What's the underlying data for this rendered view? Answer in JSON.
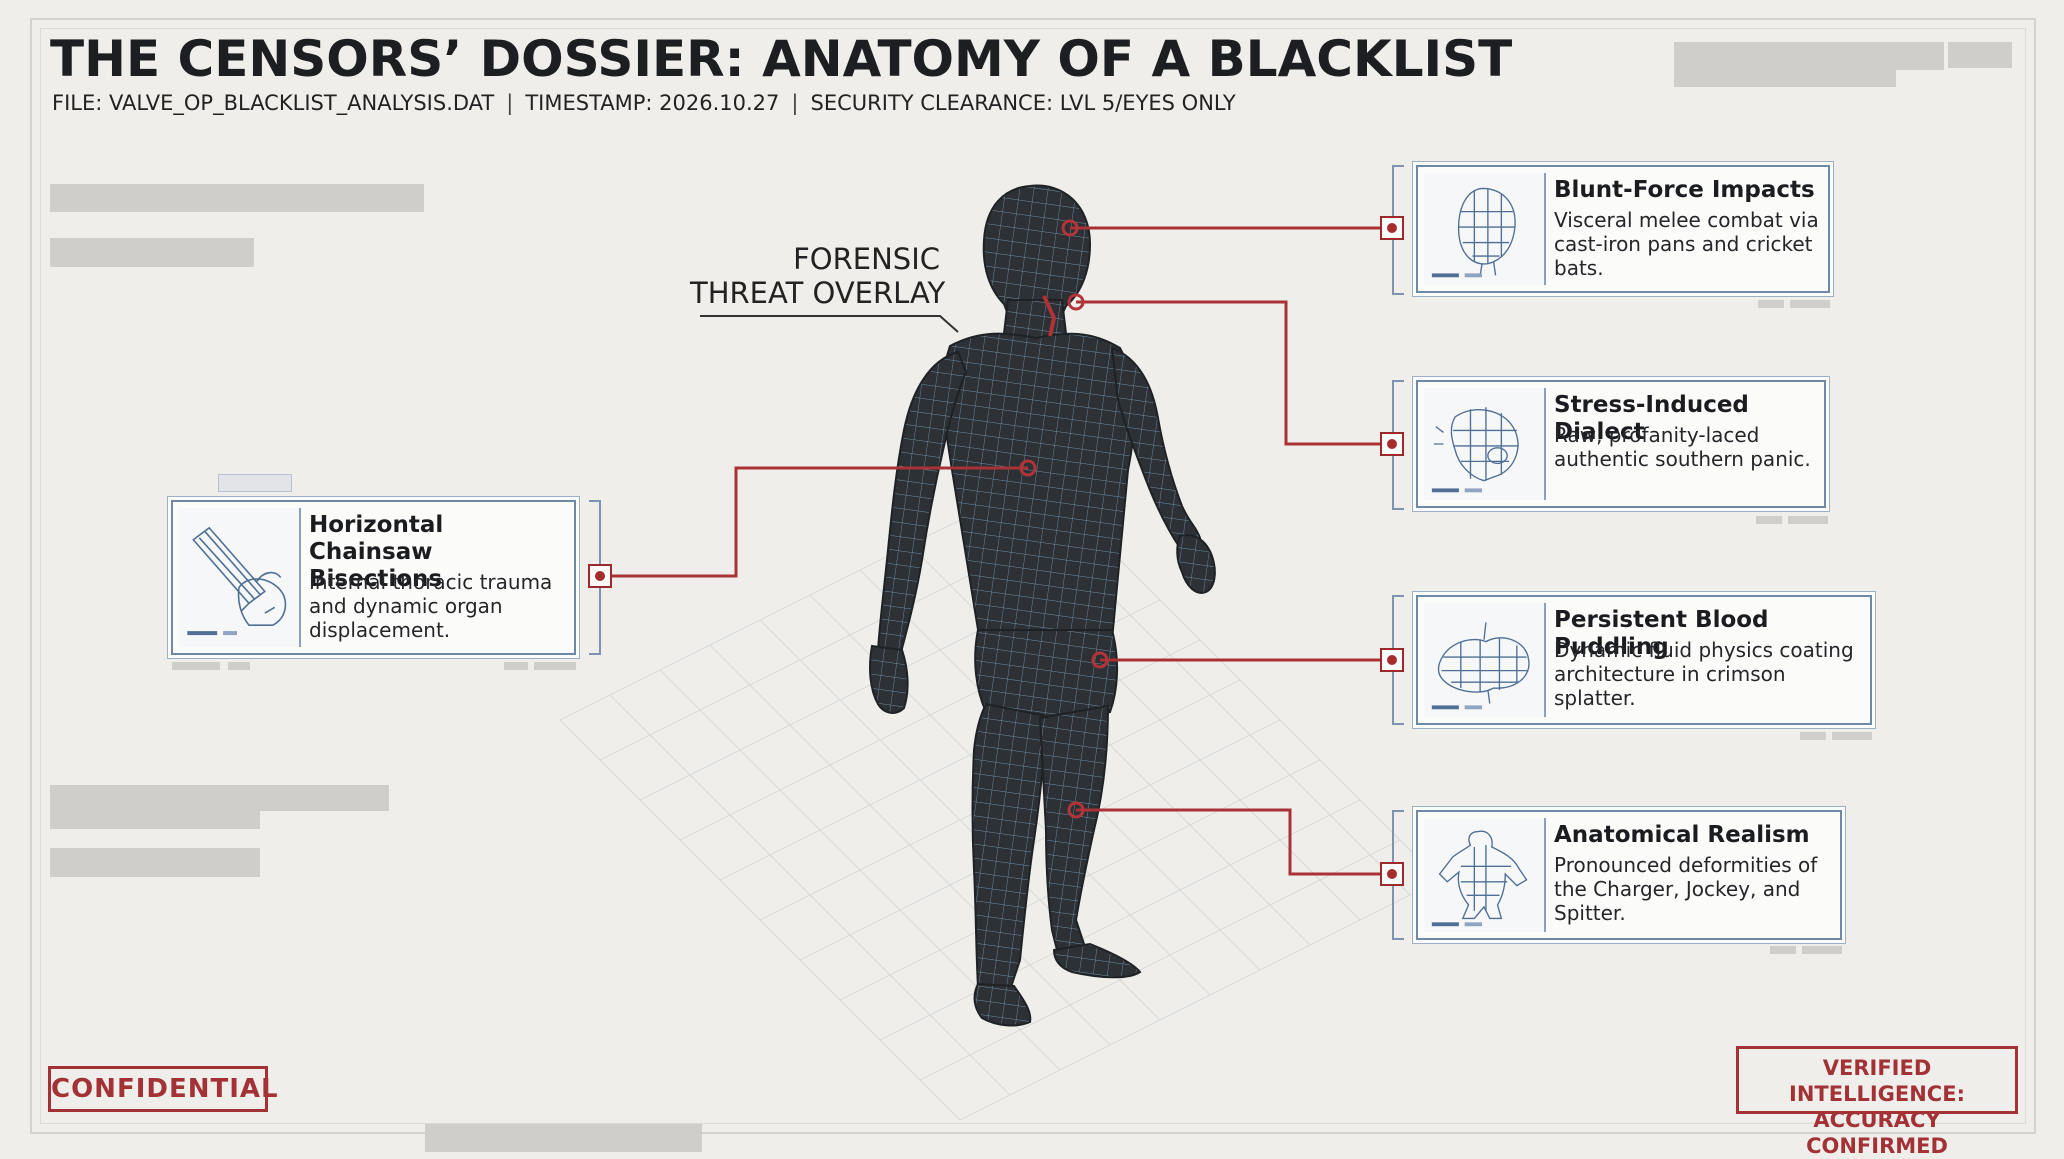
{
  "header": {
    "title": "THE CENSORS’ DOSSIER: ANATOMY OF A BLACKLIST",
    "file": "FILE: VALVE_OP_BLACKLIST_ANALYSIS.DAT",
    "timestamp": "TIMESTAMP: 2026.10.27",
    "clearance": "SECURITY CLEARANCE: LVL 5/EYES ONLY",
    "separator": "|"
  },
  "overlay": {
    "line1": "FORENSIC",
    "line2": "THREAT OVERLAY"
  },
  "callouts": [
    {
      "id": "chainsaw",
      "title": "Horizontal Chainsaw Bisections",
      "body": [
        "Internal thoracic trauma",
        "and dynamic organ",
        "displacement."
      ],
      "icon": "chainsaw-icon"
    },
    {
      "id": "blunt",
      "title": "Blunt-Force Impacts",
      "body": [
        "Visceral melee combat via",
        "cast-iron pans and cricket",
        "bats."
      ],
      "icon": "head-wireframe-icon"
    },
    {
      "id": "dialect",
      "title": "Stress-Induced Dialect",
      "body": [
        "Raw, profanity-laced",
        "authentic southern panic."
      ],
      "icon": "screaming-head-icon"
    },
    {
      "id": "blood",
      "title": "Persistent Blood Puddling",
      "body": [
        "Dynamic fluid physics coating",
        "architecture in crimson",
        "splatter."
      ],
      "icon": "blood-splatter-icon"
    },
    {
      "id": "anatomy",
      "title": "Anatomical Realism",
      "body": [
        "Pronounced deformities of",
        "the Charger, Jockey, and",
        "Spitter."
      ],
      "icon": "mutant-figure-icon"
    }
  ],
  "stamps": {
    "confidential": "CONFIDENTIAL",
    "verified_line1": "VERIFIED INTELLIGENCE:",
    "verified_line2": "ACCURACY CONFIRMED"
  },
  "colors": {
    "background": "#efeeea",
    "accent_red": "#a72c2e",
    "card_border": "#6e88a8",
    "figure": "#2c2f33"
  }
}
